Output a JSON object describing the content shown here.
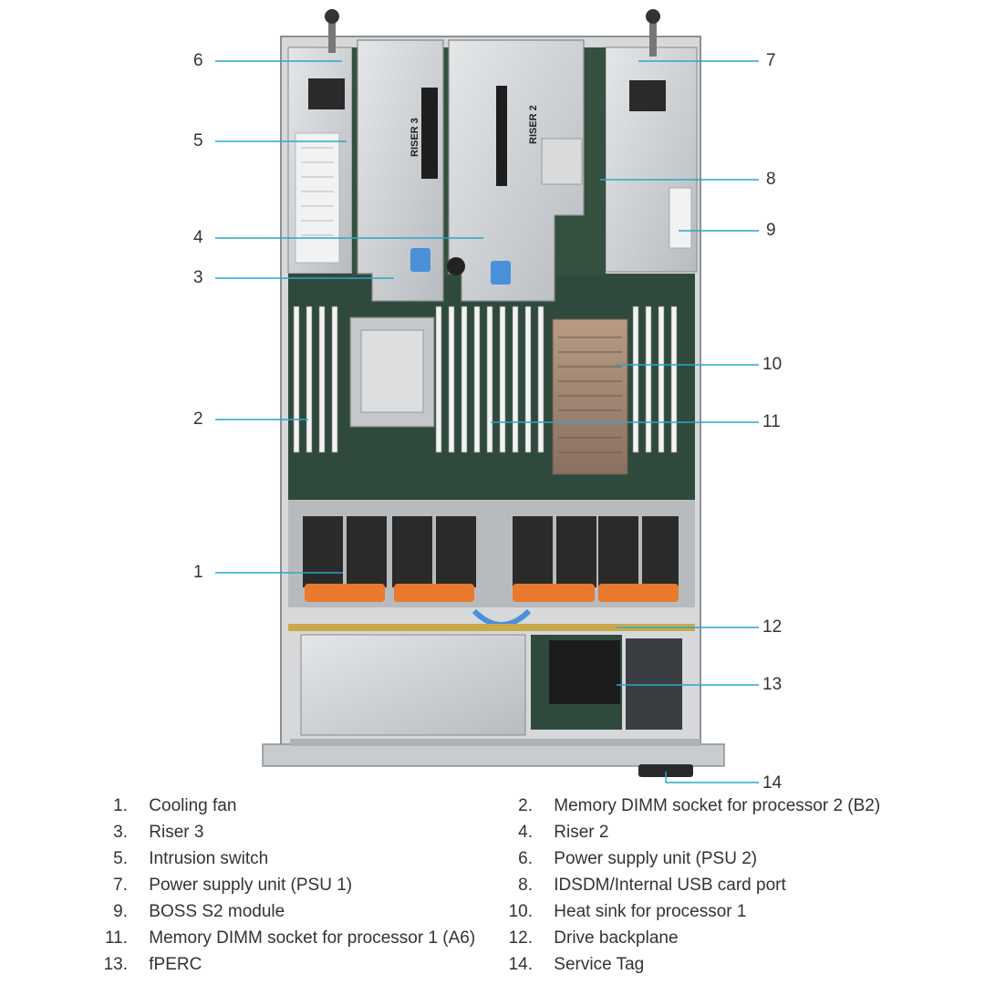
{
  "callouts": [
    {
      "n": "6"
    },
    {
      "n": "5"
    },
    {
      "n": "4"
    },
    {
      "n": "3"
    },
    {
      "n": "2"
    },
    {
      "n": "1"
    },
    {
      "n": "7"
    },
    {
      "n": "8"
    },
    {
      "n": "9"
    },
    {
      "n": "10"
    },
    {
      "n": "11"
    },
    {
      "n": "12"
    },
    {
      "n": "13"
    },
    {
      "n": "14"
    }
  ],
  "riser_labels": {
    "riser3": "RISER 3",
    "riser2": "RISER 2"
  },
  "legend": [
    {
      "num": "1.",
      "label": "Cooling fan"
    },
    {
      "num": "2.",
      "label": "Memory DIMM socket for processor 2 (B2)"
    },
    {
      "num": "3.",
      "label": "Riser 3"
    },
    {
      "num": "4.",
      "label": "Riser 2"
    },
    {
      "num": "5.",
      "label": "Intrusion switch"
    },
    {
      "num": "6.",
      "label": "Power supply unit (PSU 2)"
    },
    {
      "num": "7.",
      "label": "Power supply unit (PSU 1)"
    },
    {
      "num": "8.",
      "label": "IDSDM/Internal USB card port"
    },
    {
      "num": "9.",
      "label": "BOSS S2 module"
    },
    {
      "num": "10.",
      "label": "Heat sink for processor 1"
    },
    {
      "num": "11.",
      "label": "Memory DIMM socket for processor 1 (A6)"
    },
    {
      "num": "12.",
      "label": "Drive backplane"
    },
    {
      "num": "13.",
      "label": "fPERC"
    },
    {
      "num": "14.",
      "label": "Service Tag"
    }
  ],
  "colors": {
    "chassis": "#c9ccce",
    "chassis_dark": "#8c9094",
    "board": "#2f4a3c",
    "fan_orange": "#e8792e",
    "touchpoint_blue": "#4a90d9",
    "leader": "#2aa7c6"
  }
}
